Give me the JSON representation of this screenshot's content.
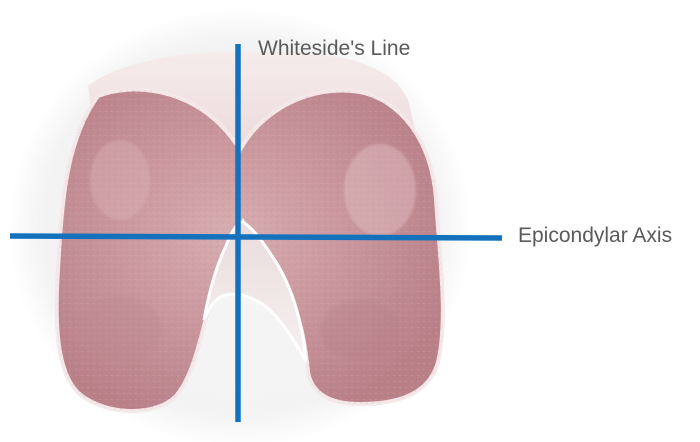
{
  "labels": {
    "whitesides_line": "Whiteside's Line",
    "epicondylar_axis": "Epicondylar Axis"
  },
  "colors": {
    "axis_line": "#1472bd",
    "bone_surface": "#c99aa0",
    "cartilage_rim": "#f1e6e6",
    "background_disc": "#f4f4f4",
    "label_text": "#5a5a5a"
  },
  "illustration": {
    "subject": "distal femur end view",
    "icon": "femur-illustration"
  }
}
